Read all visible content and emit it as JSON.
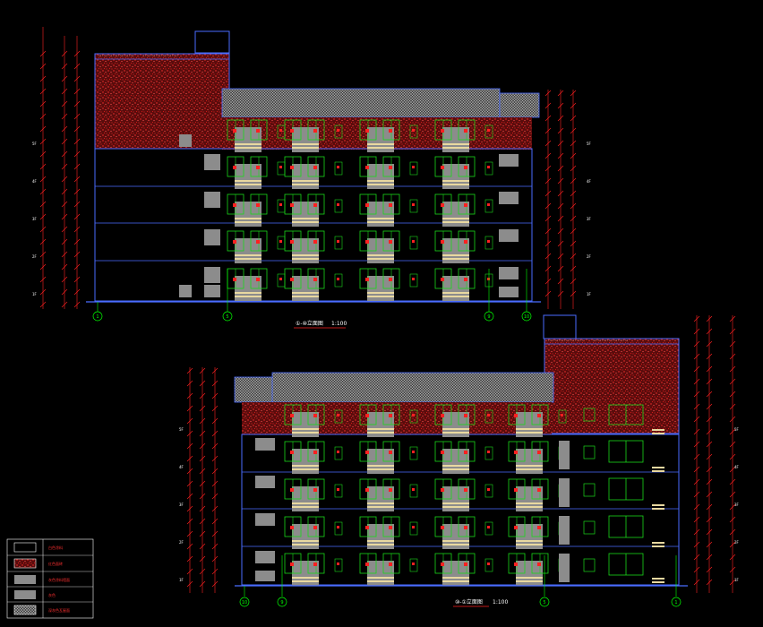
{
  "colors": {
    "background": "#000000",
    "outline": "#4a6cff",
    "masonry_fill": "#7a1010",
    "masonry_speckle": "#ff3030",
    "gray_panel": "#8c8c8c",
    "window": "#1bd81b",
    "axis": "#00ff00",
    "dim_red": "#ff2020",
    "balustrade": "#e8d8a0",
    "roof_hatch": "#b8b8b8"
  },
  "drawing_a": {
    "title": "①-⑩立面图",
    "scale": "1:100",
    "axes": [
      "1",
      "5",
      "9",
      "10"
    ],
    "floor_tags": [
      "5F",
      "4F",
      "3F",
      "2F",
      "1F"
    ]
  },
  "drawing_b": {
    "title": "⑩-①立面图",
    "scale": "1:100",
    "axes": [
      "10",
      "9",
      "5",
      "1"
    ],
    "floor_tags": [
      "5F",
      "4F",
      "3F",
      "2F",
      "1F"
    ]
  },
  "legend": {
    "items": [
      {
        "swatch": "plain",
        "label": "白色涂料"
      },
      {
        "swatch": "masonry",
        "label": "红色面砖"
      },
      {
        "swatch": "gray",
        "label": "灰色涂料墙面"
      },
      {
        "swatch": "gray",
        "label": "灰色"
      },
      {
        "swatch": "hatch",
        "label": "深灰色瓦屋面"
      }
    ]
  }
}
